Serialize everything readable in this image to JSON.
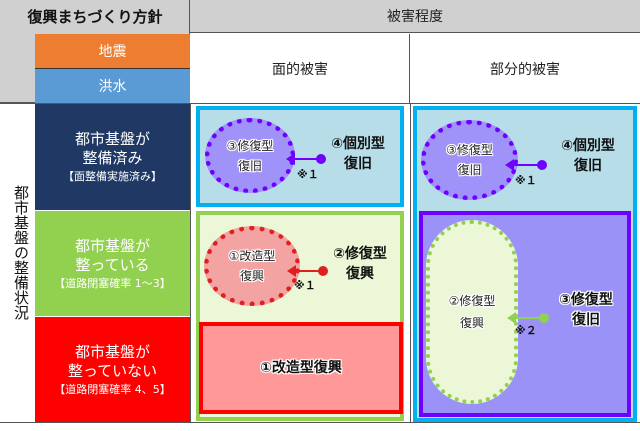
{
  "header": {
    "policy": "復興まちづくり方針",
    "damage_level": "被害程度",
    "earthquake": "地震",
    "flood": "洪水",
    "area_damage": "面的被害",
    "partial_damage": "部分的被害"
  },
  "side_label": "都市基盤の整備状況",
  "rows": [
    {
      "title1": "都市基盤が",
      "title2": "整備済み",
      "sub": "【面整備実施済み】"
    },
    {
      "title1": "都市基盤が",
      "title2": "整っている",
      "sub": "【道路閉塞確率 1～3】"
    },
    {
      "title1": "都市基盤が",
      "title2": "整っていない",
      "sub": "【道路閉塞確率 4、5】"
    }
  ],
  "cells": {
    "a1_oval1": "③修復型",
    "a1_oval2": "復旧",
    "a1_main1": "④個別型",
    "a1_main2": "復旧",
    "a1_note": "※１",
    "b1_oval1": "①改造型",
    "b1_oval2": "復興",
    "b1_main1": "②修復型",
    "b1_main2": "復興",
    "b1_note": "※１",
    "c1_main": "①改造型復興",
    "a2_oval1": "③修復型",
    "a2_oval2": "復旧",
    "a2_main1": "④個別型",
    "a2_main2": "復旧",
    "a2_note": "※１",
    "b2_pill1": "②修復型",
    "b2_pill2": "復興",
    "b2_main1": "③修復型",
    "b2_main2": "復旧",
    "b2_note": "※２"
  },
  "colors": {
    "earthquake": "#ed7d31",
    "flood": "#5b9bd5",
    "navy": "#1f3864",
    "green": "#92d050",
    "red": "#ff0000",
    "cyan": "#00b0f0",
    "purple": "#6f00ff"
  }
}
